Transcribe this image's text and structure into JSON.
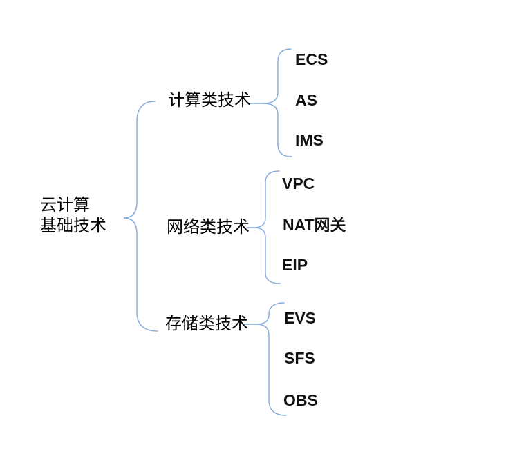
{
  "page": {
    "background": "#ffffff"
  },
  "diagram": {
    "type": "brace-tree",
    "orientation": "left-to-right",
    "colors": {
      "brace": "#84ABDC",
      "text": "#000000",
      "background": "#ffffff"
    },
    "root": {
      "lines": [
        "云计算",
        "基础技术"
      ]
    },
    "branches": [
      {
        "label": "计算类技术",
        "children": [
          {
            "label": "ECS"
          },
          {
            "label": "AS"
          },
          {
            "label": "IMS"
          }
        ]
      },
      {
        "label": "网络类技术",
        "children": [
          {
            "label": "VPC"
          },
          {
            "label": "NAT网关"
          },
          {
            "label": "EIP"
          }
        ]
      },
      {
        "label": "存储类技术",
        "children": [
          {
            "label": "EVS"
          },
          {
            "label": "SFS"
          },
          {
            "label": "OBS"
          }
        ]
      }
    ]
  }
}
